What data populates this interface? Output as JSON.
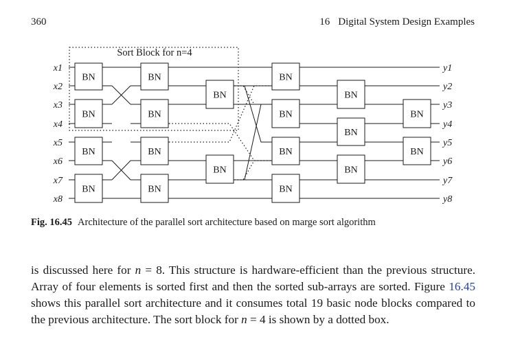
{
  "header": {
    "page_number": "360",
    "chapter_number": "16",
    "chapter_title": "Digital System Design Examples"
  },
  "figure": {
    "block_label": "Sort Block for n=4",
    "node_label": "BN",
    "inputs": [
      "x1",
      "x2",
      "x3",
      "x4",
      "x5",
      "x6",
      "x7",
      "x8"
    ],
    "outputs": [
      "y1",
      "y2",
      "y3",
      "y4",
      "y5",
      "y6",
      "y7",
      "y8"
    ]
  },
  "caption": {
    "label": "Fig. 16.45",
    "text": "Architecture of the parallel sort architecture based on marge sort algorithm"
  },
  "body": {
    "p1": "is discussed here for ",
    "var_n": "n",
    "p2": " = 8. This structure is hardware-efficient than the previous structure. Array of four elements is sorted first and then the sorted sub-arrays are sorted. Figure ",
    "fig_ref": "16.45",
    "p3": " shows this parallel sort architecture and it consumes total 19 basic node blocks compared to the previous architecture. The sort block for ",
    "p4": " = 4 is shown by a dotted box."
  }
}
